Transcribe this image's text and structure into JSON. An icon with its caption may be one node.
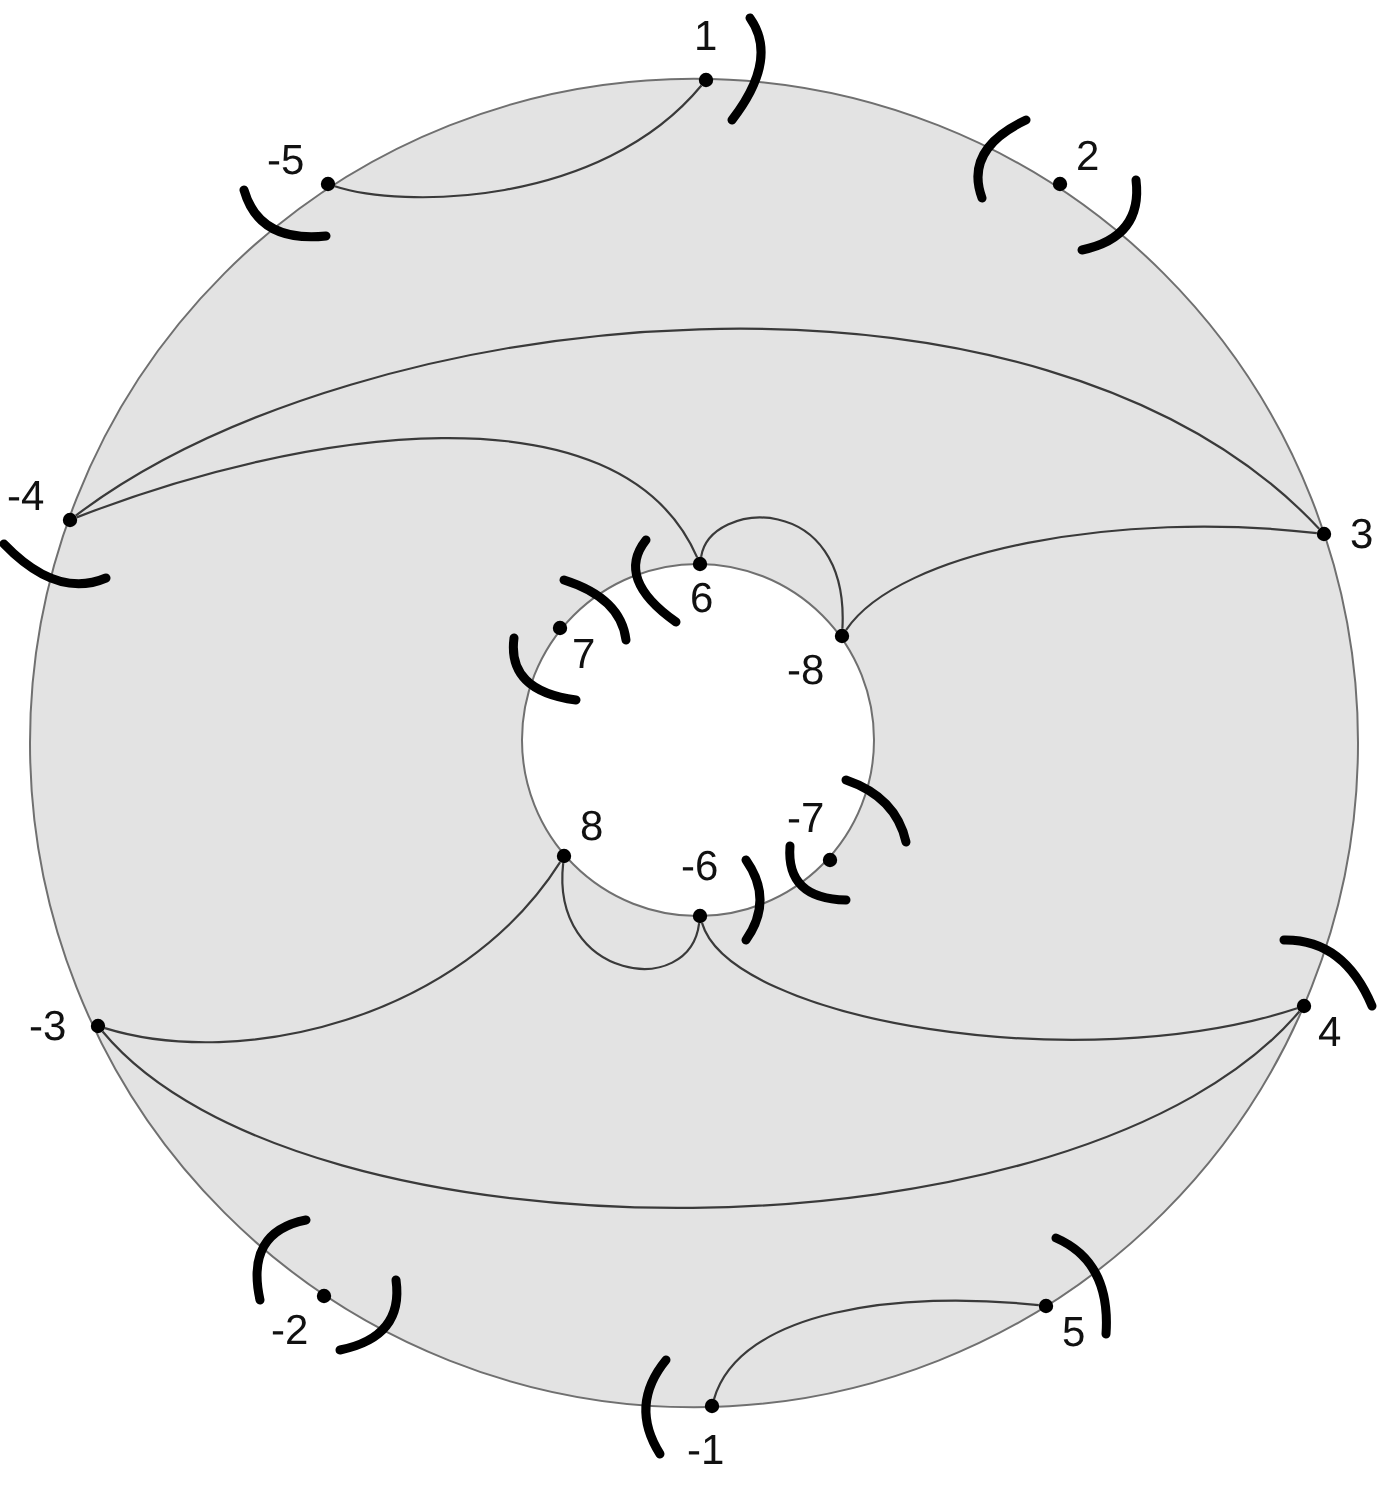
{
  "diagram": {
    "nodes": [
      {
        "text": [
          "1"
        ]
      },
      {
        "text": [
          "-5"
        ]
      },
      {
        "text": [
          "2"
        ]
      },
      {
        "text": [
          "-4"
        ]
      },
      {
        "text": [
          "3"
        ]
      },
      {
        "text": [
          "6"
        ]
      },
      {
        "text": [
          "7"
        ]
      },
      {
        "text": [
          "-8"
        ]
      },
      {
        "text": [
          "8"
        ]
      },
      {
        "text": [
          "-7"
        ]
      },
      {
        "text": [
          "-6"
        ]
      },
      {
        "text": [
          "4"
        ]
      },
      {
        "text": [
          "-3"
        ]
      },
      {
        "text": [
          "-2"
        ]
      },
      {
        "text": [
          "5"
        ]
      },
      {
        "text": [
          "-1"
        ]
      }
    ],
    "edges": [
      {
        "from": 1,
        "to": 0,
        "arrow": "none"
      },
      {
        "from": 3,
        "to": 4,
        "arrow": "none"
      },
      {
        "from": 3,
        "to": 5,
        "arrow": "none"
      },
      {
        "from": 5,
        "to": 7,
        "arrow": "none"
      },
      {
        "from": 7,
        "to": 4,
        "arrow": "none"
      },
      {
        "from": 8,
        "to": 12,
        "arrow": "none"
      },
      {
        "from": 8,
        "to": 10,
        "arrow": "none"
      },
      {
        "from": 10,
        "to": 11,
        "arrow": "none"
      },
      {
        "from": 12,
        "to": 11,
        "arrow": "none"
      },
      {
        "from": 15,
        "to": 14,
        "arrow": "none"
      }
    ]
  }
}
